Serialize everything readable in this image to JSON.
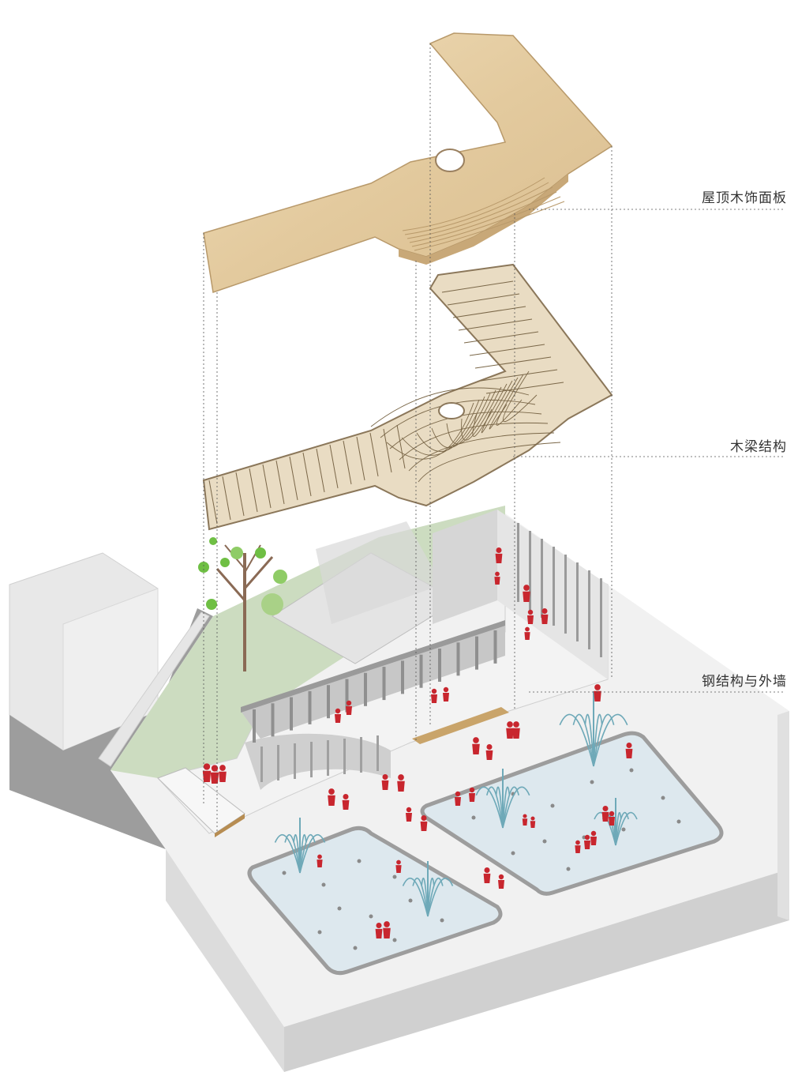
{
  "labels": {
    "roof_panel": "屋顶木饰面板",
    "wood_beam": "木梁结构",
    "steel_wall": "钢结构与外墙"
  },
  "colors": {
    "wood_light": "#e8d3ad",
    "wood_mid": "#d9bf93",
    "wood_dark": "#b89868",
    "beam_frame": "#c9b18a",
    "beam_line": "#7a6748",
    "base_top": "#f1f1f1",
    "base_side": "#d8d8d8",
    "lawn": "#c9d9bd",
    "road": "#9a9a9a",
    "pool_water": "#dfe9ee",
    "pool_rim": "#9c9c9c",
    "fountain": "#6ea9b8",
    "people": "#c8262e",
    "wall_grey": "#b8b8b8",
    "guide_line": "#555555"
  },
  "icons": {
    "people": "person-figure-icon",
    "fountain": "fountain-icon",
    "tree": "tree-icon"
  }
}
